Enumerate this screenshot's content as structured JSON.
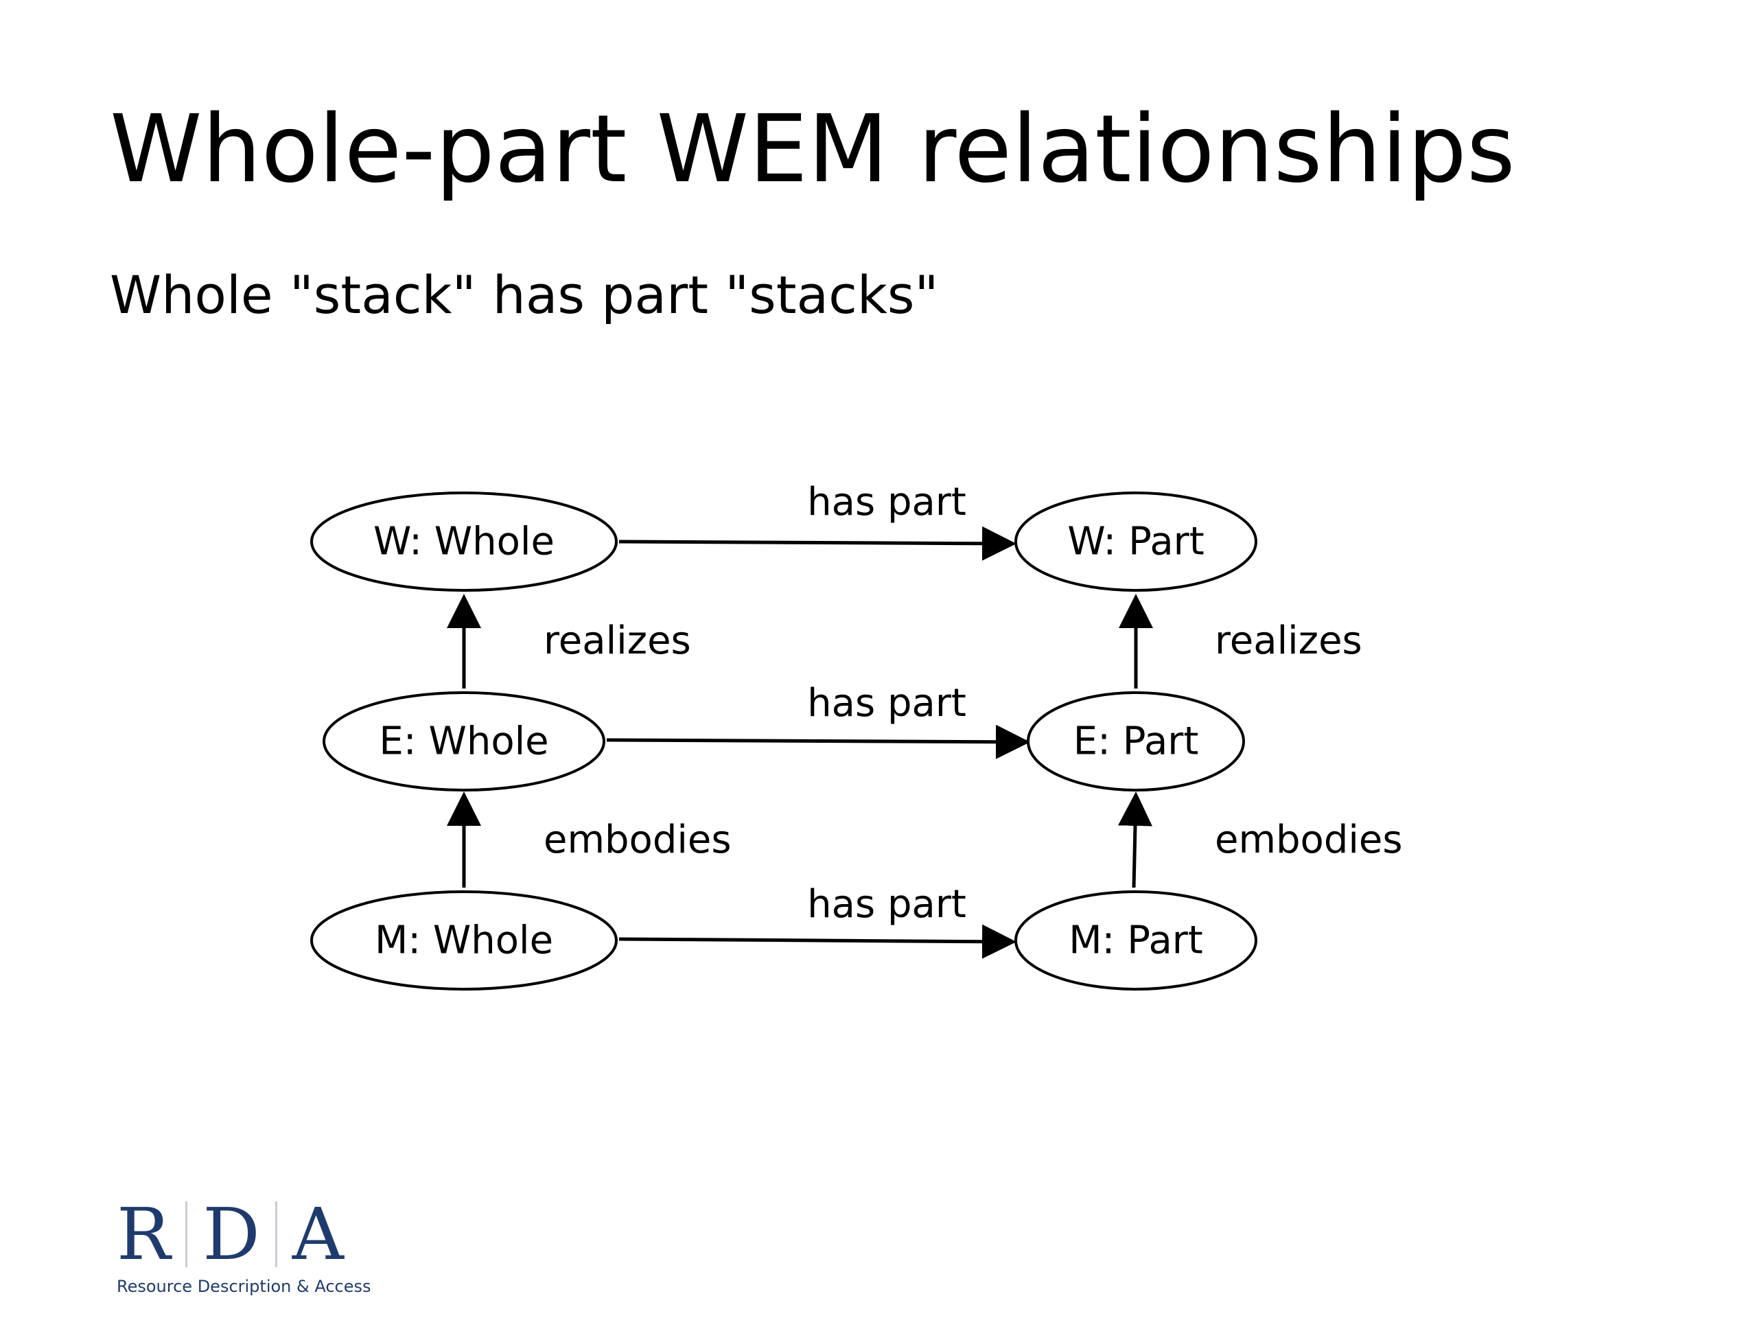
{
  "slide": {
    "title": "Whole-part WEM relationships",
    "subtitle": "Whole \"stack\" has part \"stacks\""
  },
  "diagram": {
    "nodes": {
      "w_whole": "W: Whole",
      "w_part": "W: Part",
      "e_whole": "E: Whole",
      "e_part": "E: Part",
      "m_whole": "M: Whole",
      "m_part": "M: Part"
    },
    "edges": {
      "w_has_part": "has part",
      "e_has_part": "has part",
      "m_has_part": "has part",
      "left_realizes": "realizes",
      "right_realizes": "realizes",
      "left_embodies": "embodies",
      "right_embodies": "embodies"
    }
  },
  "logo": {
    "letters": [
      "R",
      "D",
      "A"
    ],
    "tagline": "Resource Description & Access",
    "color": "#1f3b6e"
  }
}
